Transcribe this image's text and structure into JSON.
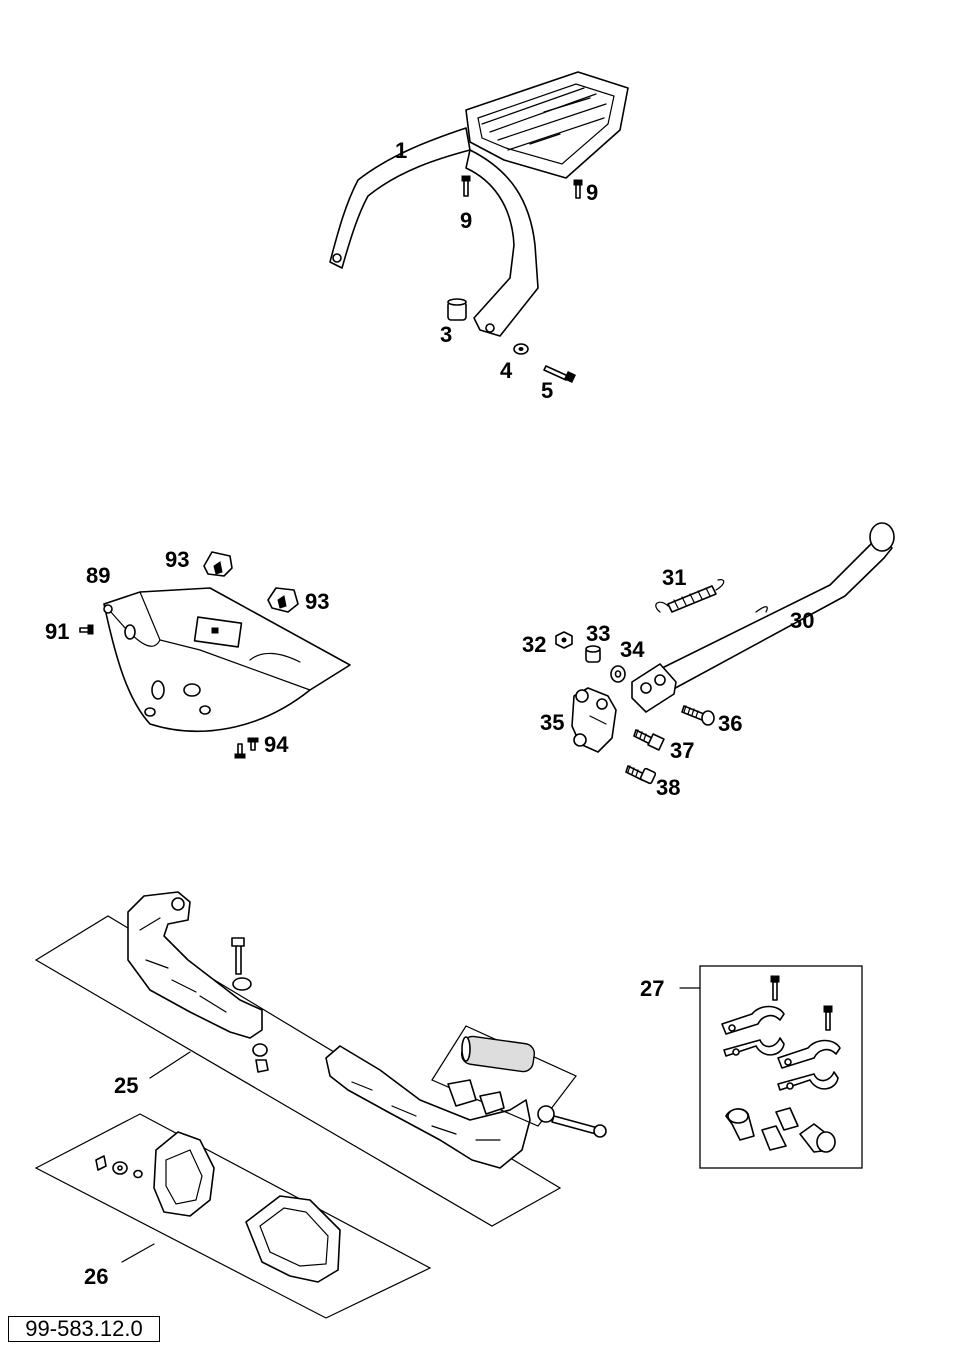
{
  "callouts": {
    "c1": "1",
    "c9a": "9",
    "c9b": "9",
    "c3": "3",
    "c4": "4",
    "c5": "5",
    "c89": "89",
    "c93a": "93",
    "c93b": "93",
    "c91": "91",
    "c94": "94",
    "c31": "31",
    "c30": "30",
    "c32": "32",
    "c33": "33",
    "c34": "34",
    "c35": "35",
    "c36": "36",
    "c37": "37",
    "c38": "38",
    "c25": "25",
    "c26": "26",
    "c27": "27"
  },
  "reference_number": "99-583.12.0"
}
